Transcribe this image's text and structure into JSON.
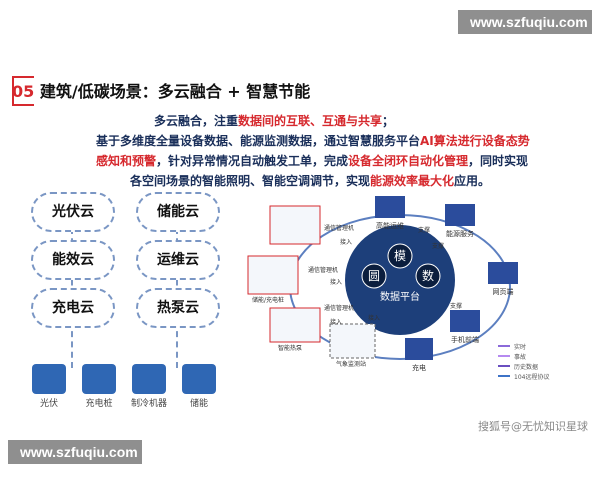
{
  "watermark": {
    "text": "www.szfuqiu.com"
  },
  "heading": {
    "number": "05",
    "title": "建筑/低碳场景：多云融合 + 智慧节能"
  },
  "para": {
    "l1a": "多云融合，注重",
    "l1b": "数据间的互联、互通与共享",
    "l1c": "；",
    "l2a": "基于多维度全量设备数据、能源监测数据，通过智慧服务平台",
    "l2b": "AI算法进行设备态势",
    "l3a": "感知和预警",
    "l3b": "，针对异常情况自动触发工单，完成",
    "l3c": "设备全闭环自动化管理",
    "l3d": "，同时实现",
    "l4a": "各空间场景的智能照明、智能空调调节，实现",
    "l4b": "能源效率最大化",
    "l4c": "应用。"
  },
  "clouds": [
    "光伏云",
    "储能云",
    "能效云",
    "运维云",
    "充电云",
    "热泵云"
  ],
  "devices": [
    "光伏",
    "充电桩",
    "制冷机器",
    "储能"
  ],
  "diagram": {
    "center": "数据平台",
    "center_chars": [
      "模",
      "圆",
      "数"
    ],
    "node_labels": [
      "高能运维",
      "能源服务",
      "网页端",
      "手机前端",
      "充电"
    ],
    "side_labels": [
      "通信管理机",
      "通信管理机",
      "通信管理机",
      "接入",
      "接入",
      "接入",
      "接入",
      "支撑",
      "支撑",
      "支撑",
      "储能/充电桩",
      "智能热泵",
      "气象监测站"
    ],
    "legend": [
      "实时",
      "事故",
      "历史数据",
      "104远程协议"
    ]
  },
  "source_note": "搜狐号@无忧知识星球",
  "colors": {
    "accent": "#d6292e",
    "navy": "#1a2f5a",
    "blue": "#2f67b4"
  }
}
